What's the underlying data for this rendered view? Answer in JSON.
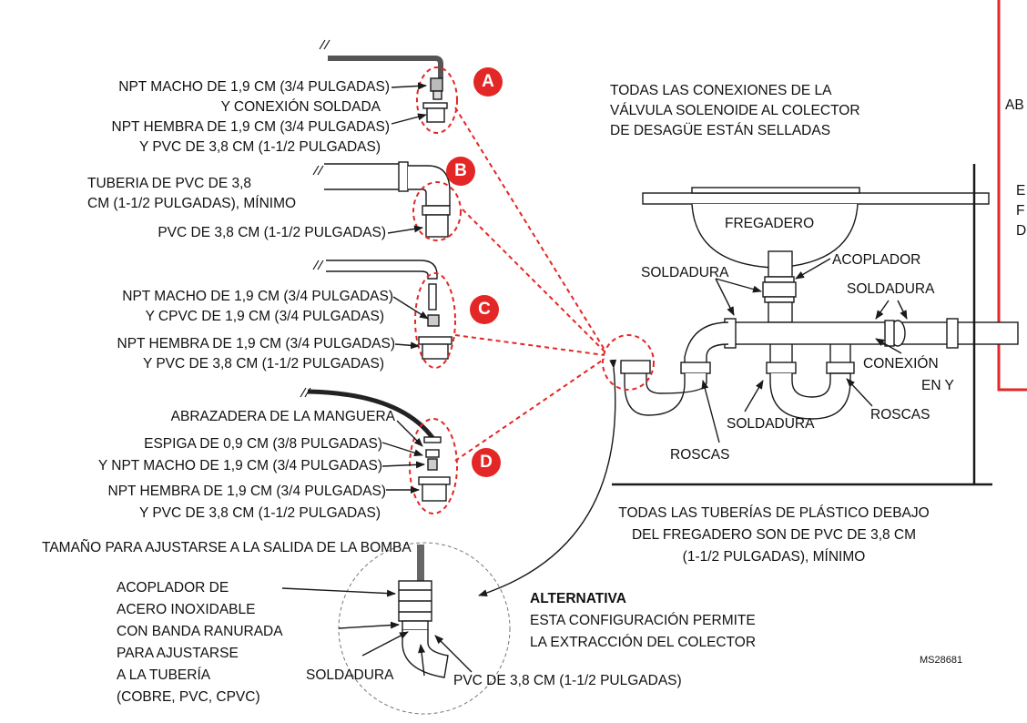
{
  "colors": {
    "accent": "#e32726",
    "line": "#1a1a1a",
    "pipe_fill": "#ffffff",
    "hose": "#333333",
    "badge_text": "#ffffff"
  },
  "badges": [
    "A",
    "B",
    "C",
    "D"
  ],
  "left": {
    "a1": "NPT MACHO DE 1,9 CM (3/4 PULGADAS)",
    "a2": "Y CONEXIÓN SOLDADA",
    "a3": "NPT HEMBRA DE 1,9 CM (3/4 PULGADAS)",
    "a4": "Y PVC DE 3,8 CM (1-1/2 PULGADAS)",
    "b1": "TUBERIA DE PVC DE 3,8",
    "b2": "CM (1-1/2 PULGADAS), MÍNIMO",
    "b3": "PVC DE 3,8 CM (1-1/2 PULGADAS)",
    "c1": "NPT MACHO DE 1,9 CM (3/4 PULGADAS)",
    "c2": "Y CPVC DE 1,9 CM (3/4 PULGADAS)",
    "c3": "NPT HEMBRA DE 1,9 CM (3/4 PULGADAS)",
    "c4": "Y PVC DE 3,8 CM (1-1/2 PULGADAS)",
    "d1": "ABRAZADERA DE LA MANGUERA",
    "d2": "ESPIGA DE 0,9 CM (3/8 PULGADAS)",
    "d3": "Y NPT MACHO DE 1,9 CM (3/4 PULGADAS)",
    "d4": "NPT HEMBRA DE 1,9 CM (3/4 PULGADAS)",
    "d5": "Y PVC DE 3,8 CM (1-1/2 PULGADAS)",
    "pump": "TAMAÑO PARA AJUSTARSE A LA SALIDA DE LA BOMBA"
  },
  "sink": {
    "note1": "TODAS LAS CONEXIONES DE LA",
    "note2": "VÁLVULA SOLENOIDE AL COLECTOR",
    "note3": "DE DESAGÜE ESTÁN SELLADAS",
    "fregadero": "FREGADERO",
    "soldadura_left": "SOLDADURA",
    "acoplador": "ACOPLADOR",
    "soldadura_right": "SOLDADURA",
    "conexion1": "CONEXIÓN",
    "conexion2": "EN Y",
    "soldadura_bottom": "SOLDADURA",
    "roscas_right": "ROSCAS",
    "roscas_left": "ROSCAS",
    "bottom1": "TODAS LAS TUBERÍAS DE PLÁSTICO DEBAJO",
    "bottom2": "DEL FREGADERO SON DE PVC DE 3,8 CM",
    "bottom3": "(1-1/2 PULGADAS), MÍNIMO"
  },
  "detail": {
    "coupler1": "ACOPLADOR DE",
    "coupler2": "ACERO INOXIDABLE",
    "coupler3": "CON BANDA RANURADA",
    "coupler4": "PARA AJUSTARSE",
    "coupler5": "A LA TUBERÍA",
    "coupler6": "(COBRE, PVC, CPVC)",
    "soldadura": "SOLDADURA",
    "pvc": "PVC DE 3,8 CM (1-1/2 PULGADAS)"
  },
  "alternative": {
    "title": "ALTERNATIVA",
    "line1": "ESTA CONFIGURACIÓN PERMITE",
    "line2": "LA EXTRACCIÓN DEL COLECTOR"
  },
  "partial": {
    "p1": "AB",
    "p2": "E",
    "p3": "F",
    "p4": "D"
  },
  "figure_id": "MS28681"
}
